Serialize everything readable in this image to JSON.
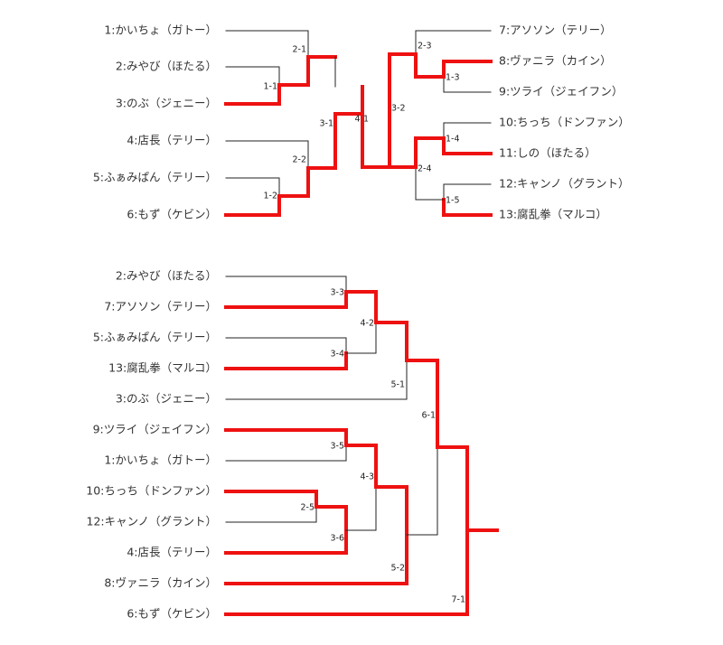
{
  "colors": {
    "win": "#ee1111",
    "line": "#222222",
    "text": "#333333"
  },
  "bracket1": {
    "left": {
      "players": [
        "1:かいちょ（ガトー）",
        "2:みやび（ほたる）",
        "3:のぶ（ジェニー）",
        "4:店長（テリー）",
        "5:ふぁみぱん（テリー）",
        "6:もず（ケビン）"
      ],
      "winners": [
        2,
        5
      ],
      "matches": {
        "m11": "1-1",
        "m21": "2-1",
        "m12": "1-2",
        "m22": "2-2",
        "m31": "3-1"
      }
    },
    "right": {
      "players": [
        "7:アソソン（テリー）",
        "8:ヴァニラ（カイン）",
        "9:ツライ（ジェイフン）",
        "10:ちっち（ドンファン）",
        "11:しの（ほたる）",
        "12:キャンノ（グラント）",
        "13:腐乱拳（マルコ）"
      ],
      "winners": [
        1,
        4,
        6
      ],
      "matches": {
        "m13": "1-3",
        "m23": "2-3",
        "m14": "1-4",
        "m15": "1-5",
        "m24": "2-4",
        "m32": "3-2"
      }
    },
    "final": "4-1"
  },
  "bracket2": {
    "players": [
      "2:みやび（ほたる）",
      "7:アソソン（テリー）",
      "5:ふぁみぱん（テリー）",
      "13:腐乱拳（マルコ）",
      "3:のぶ（ジェニー）",
      "9:ツライ（ジェイフン）",
      "1:かいちょ（ガトー）",
      "10:ちっち（ドンファン）",
      "12:キャンノ（グラント）",
      "4:店長（テリー）",
      "8:ヴァニラ（カイン）",
      "6:もず（ケビン）"
    ],
    "winners": [
      1,
      3,
      5,
      7,
      9,
      10,
      11
    ],
    "matches": {
      "m33": "3-3",
      "m34": "3-4",
      "m42": "4-2",
      "m51": "5-1",
      "m35": "3-5",
      "m25": "2-5",
      "m36": "3-6",
      "m43": "4-3",
      "m61": "6-1",
      "m52": "5-2",
      "m71": "7-1"
    }
  }
}
